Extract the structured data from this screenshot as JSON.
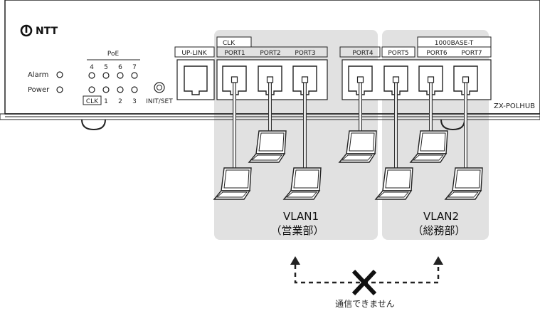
{
  "device": {
    "brand": "NTT",
    "model": "ZX-POLHUB",
    "alarm_label": "Alarm",
    "power_label": "Power",
    "poe_label": "PoE",
    "poe_numbers_top": [
      "4",
      "5",
      "6",
      "7"
    ],
    "clk_led_label": "CLK",
    "poe_numbers_bottom": [
      "1",
      "2",
      "3"
    ],
    "init_label": "INIT/SET",
    "clk_group_label": "CLK",
    "gbe_group_label": "1000BASE-T",
    "ports": [
      "UP-LINK",
      "PORT1",
      "PORT2",
      "PORT3",
      "PORT4",
      "PORT5",
      "PORT6",
      "PORT7"
    ]
  },
  "vlans": [
    {
      "name": "VLAN1",
      "dept": "（営業部）"
    },
    {
      "name": "VLAN2",
      "dept": "（総務部）"
    }
  ],
  "caption": "通信できません",
  "colors": {
    "vlan_bg": "#e1e1e1",
    "line": "#222222",
    "cable": "#555555"
  }
}
